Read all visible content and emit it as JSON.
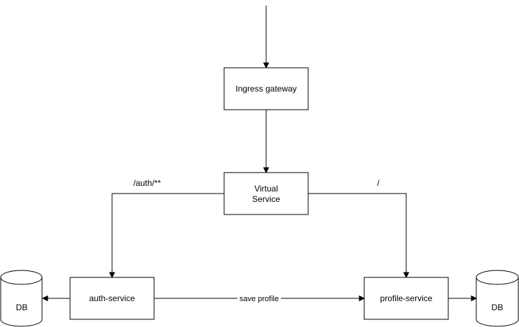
{
  "diagram": {
    "nodes": {
      "ingress_gateway": {
        "label": "Ingress gateway"
      },
      "virtual_service": {
        "label_line1": "Virtual",
        "label_line2": "Service"
      },
      "auth_service": {
        "label": "auth-service"
      },
      "profile_service": {
        "label": "profile-service"
      },
      "auth_db": {
        "label": "DB"
      },
      "profile_db": {
        "label": "DB"
      }
    },
    "edges": {
      "auth_route": {
        "label": "/auth/**"
      },
      "root_route": {
        "label": "/"
      },
      "save_profile": {
        "label": "save profile"
      }
    }
  }
}
